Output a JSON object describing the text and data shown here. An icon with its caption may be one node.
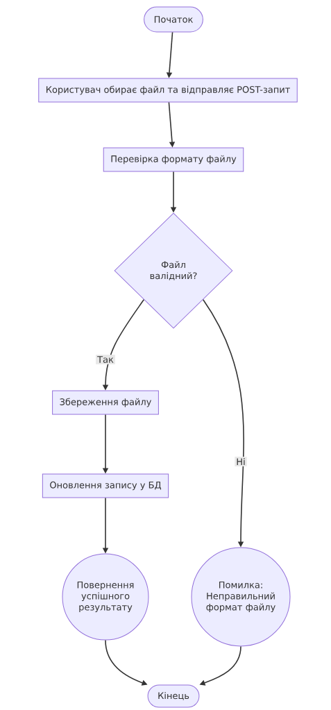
{
  "diagram": {
    "nodes": [
      {
        "text": [
          "Початок"
        ]
      },
      {
        "text": [
          "Користувач обирає файл та відправляє POST-запит"
        ]
      },
      {
        "text": [
          "Перевірка формату файлу"
        ]
      },
      {
        "text": [
          "Файл валідний?"
        ]
      },
      {
        "text": [
          "Збереження файлу"
        ]
      },
      {
        "text": [
          "Оновлення запису у БД"
        ]
      },
      {
        "text": [
          "Повернення успішного результату"
        ]
      },
      {
        "text": [
          "Помилка: Неправильний формат файлу"
        ]
      },
      {
        "text": [
          "Кінець"
        ]
      }
    ],
    "edges": [
      {
        "from": 0,
        "to": 1,
        "arrow": "to"
      },
      {
        "from": 1,
        "to": 2,
        "arrow": "to"
      },
      {
        "from": 2,
        "to": 3,
        "arrow": "to"
      },
      {
        "from": 3,
        "to": 4,
        "arrow": "to",
        "label": "Так"
      },
      {
        "from": 3,
        "to": 7,
        "arrow": "to",
        "label": "Ні"
      },
      {
        "from": 4,
        "to": 5,
        "arrow": "to"
      },
      {
        "from": 5,
        "to": 6,
        "arrow": "to"
      },
      {
        "from": 6,
        "to": 8,
        "arrow": "to"
      },
      {
        "from": 7,
        "to": 8,
        "arrow": "to"
      }
    ]
  }
}
